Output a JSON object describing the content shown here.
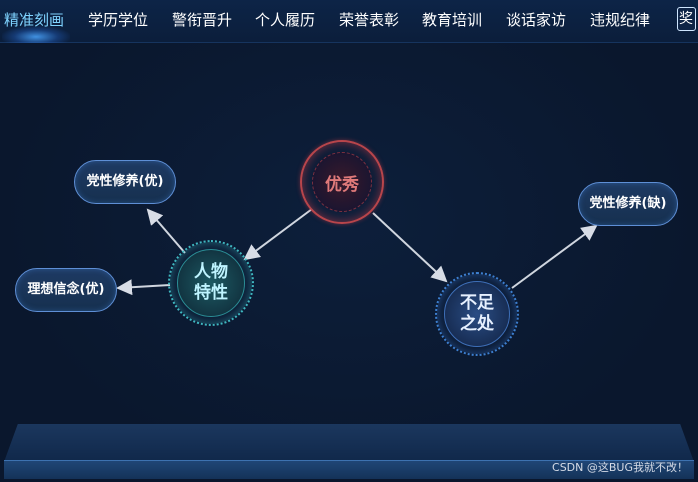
{
  "tabs": [
    {
      "label": "精准刻画",
      "active": true
    },
    {
      "label": "学历学位",
      "active": false
    },
    {
      "label": "警衔晋升",
      "active": false
    },
    {
      "label": "个人履历",
      "active": false
    },
    {
      "label": "荣誉表彰",
      "active": false
    },
    {
      "label": "教育培训",
      "active": false
    },
    {
      "label": "谈话家访",
      "active": false
    },
    {
      "label": "违规纪律",
      "active": false
    }
  ],
  "corner_button": {
    "label": "奖励"
  },
  "graph": {
    "center": {
      "label": "人物特性",
      "line1": "人物",
      "line2": "特性"
    },
    "good": {
      "label": "优秀"
    },
    "weak": {
      "label": "不足之处",
      "line1": "不足",
      "line2": "之处"
    },
    "good_items": [
      "党性修养(优)",
      "理想信念(优)"
    ],
    "weak_items": [
      "党性修养(缺)"
    ]
  },
  "colors": {
    "background": "#0a1830",
    "tab_active": "#7fd3ff",
    "good_accent": "#b8454b",
    "center_accent": "#3fb7c0",
    "weak_accent": "#3d7fd0",
    "pill_border": "#5e8fd6"
  },
  "watermark": "CSDN @这BUG我就不改！"
}
